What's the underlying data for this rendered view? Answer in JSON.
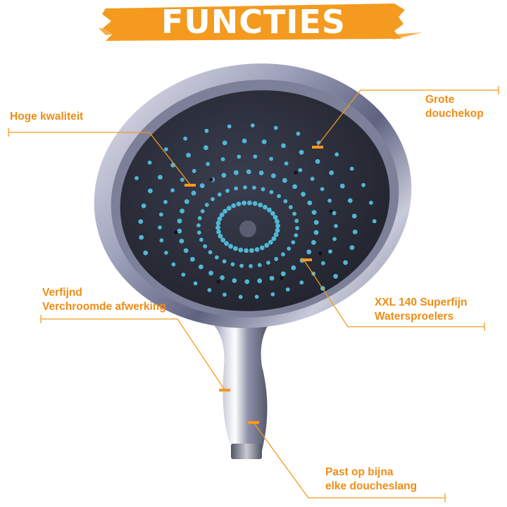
{
  "title": "FUNCTIES",
  "colors": {
    "accent": "#f39a1f",
    "title_text": "#ffffff",
    "label_text": "#f08c14",
    "nozzle": "#4fb8d6",
    "face": "#2f3140",
    "chrome": "#b9bccf"
  },
  "product_image": "chrome-rain-shower-head",
  "callouts": {
    "quality": {
      "line1": "Hoge kwaliteit"
    },
    "large_head": {
      "line1": "Grote",
      "line2": "douchekop"
    },
    "finish": {
      "line1": "Verfijnd",
      "line2": "Verchroomde afwerking"
    },
    "nozzles": {
      "line1": "XXL 140 Superfijn",
      "line2": "Watersproelers"
    },
    "hose": {
      "line1": "Past op bijna",
      "line2": "elke doucheslang"
    }
  }
}
